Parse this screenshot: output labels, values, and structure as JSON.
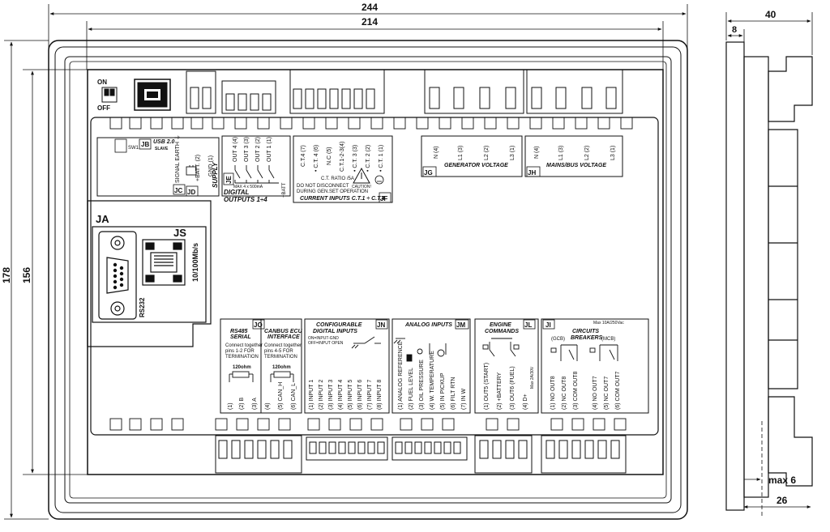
{
  "dimensions": {
    "overall_width": "244",
    "inner_width": "214",
    "overall_height": "178",
    "inner_height": "156",
    "side_depth": "40",
    "side_front": "8",
    "side_max": "max 6",
    "side_rear": "26"
  },
  "top": {
    "switch_on": "ON",
    "switch_off": "OFF",
    "sw1": "SW1",
    "usb_label": "USB 2.0",
    "usb_sub": "SLAVE",
    "jb": "JB"
  },
  "supply": {
    "pins": [
      "SIGNAL EARTH ⏚",
      "+BATT. (2)",
      "GND (1)"
    ],
    "title": "SUPPLY",
    "jc": "JC",
    "jd": "JD"
  },
  "digital_outputs": {
    "pins": [
      "OUT 4 (4)",
      "OUT 3 (3)",
      "OUT 2 (2)",
      "OUT 1 (1)"
    ],
    "note": "MAX 4 x 500mA",
    "batt": "+BATT",
    "title1": "DIGITAL",
    "title2": "OUTPUTS 1÷4",
    "je": "JE"
  },
  "current_inputs": {
    "pins": [
      "C.T.4 (7)",
      "• C.T. 4 (6)",
      "N.C (5)",
      "C.T.1-2-3(4)",
      "• C.T. 3 (3)",
      "• C.T. 2 (2)",
      "• C.T. 1 (1)"
    ],
    "ratio": "C.T. RATIO /5A",
    "caution": "CAUTION!",
    "warn1": "DO NOT DISCONNECT",
    "warn2": "DURING GEN.SET OPERATION",
    "title": "CURRENT INPUTS C.T.1 ÷ C.T.4",
    "jf": "JF"
  },
  "generator_voltage": {
    "pins": [
      "N (4)",
      "L1 (3)",
      "L2 (2)",
      "L3 (1)"
    ],
    "title": "GENERATOR VOLTAGE",
    "jg": "JG"
  },
  "mains_voltage": {
    "pins": [
      "N (4)",
      "L1 (3)",
      "L2 (2)",
      "L3 (1)"
    ],
    "title": "MAINS/BUS VOLTAGE",
    "jh": "JH"
  },
  "comm": {
    "ja": "JA",
    "js": "JS",
    "ethernet": "10/100Mb/s",
    "rs232": "RS232"
  },
  "rs485": {
    "title1": "RS485",
    "title2": "SERIAL",
    "note1": "Connect together",
    "note2": "pins 1-2 FOR",
    "note3": "TERMINATION",
    "resistor": "120ohm",
    "pins": [
      "(1)",
      "(2) B",
      "(3) A"
    ],
    "jo": "JO"
  },
  "canbus": {
    "title1": "CANBUS  ECU",
    "title2": "INTERFACE",
    "note1": "Connect together",
    "note2": "pins 4-5 FOR",
    "note3": "TERMINATION",
    "resistor": "120ohm",
    "pins": [
      "(4)",
      "(5) CAN_H",
      "(6) CAN_L"
    ]
  },
  "digital_inputs": {
    "title1": "CONFIGURABLE",
    "title2": "DIGITAL INPUTS",
    "note1": "ON=INPUT-GND",
    "note2": "OFF=INPUT OPEN",
    "pins": [
      "(1) INPUT 1",
      "(2) INPUT 2",
      "(3) INPUT 3",
      "(4) INPUT 4",
      "(5) INPUT 5",
      "(6) INPUT 6",
      "(7) INPUT 7",
      "(8) INPUT 8"
    ],
    "jn": "JN"
  },
  "analog_inputs": {
    "title": "ANALOG INPUTS",
    "pins": [
      "(1) ANALOG REFERENCE",
      "(2) FUEL LEVEL",
      "(3) OIL PRESSURE",
      "(4) W. TEMPERATURE",
      "(5) IN PICKUP",
      "(6) FILT RTN",
      "(7) IN W"
    ],
    "jm": "JM"
  },
  "engine_commands": {
    "title1": "ENGINE",
    "title2": "COMMANDS",
    "note": "Max 2A/30V",
    "pins": [
      "(1) OUT5 (START)",
      "(2) +BATTERY",
      "(3) OUT6 (FUEL)",
      "(4) D+"
    ],
    "jl": "JL"
  },
  "breakers": {
    "title1": "CIRCUITS",
    "title2": "BREAKERS",
    "note": "Max 10A/250Vac",
    "gcb": "(GCB)",
    "mcb": "(MCB)",
    "pins": [
      "(1) NO OUT8",
      "(2) NC OUT8",
      "(3) COM OUT8",
      "(4) NO OUT7",
      "(5) NC OUT7",
      "(6) COM OUT7"
    ],
    "ji": "JI"
  }
}
